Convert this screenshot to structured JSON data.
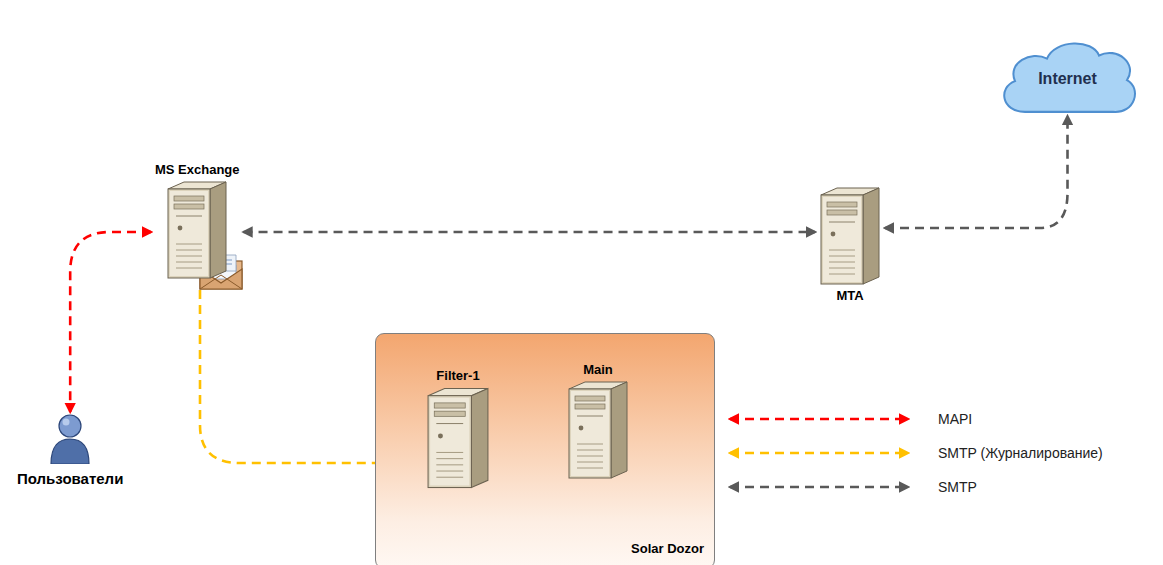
{
  "diagram": {
    "nodes": [
      {
        "text": [
          "Internet"
        ]
      },
      {
        "text": [
          "MS Exchange"
        ]
      },
      {
        "text": [
          "MTA"
        ]
      },
      {
        "text": [
          "Пользователи"
        ]
      },
      {
        "text": [
          "Solar Dozor"
        ]
      },
      {
        "text": [
          "Filter-1"
        ],
        "in": 4
      },
      {
        "text": [
          "Main"
        ],
        "in": 4
      }
    ],
    "edges": [
      {
        "from": 1,
        "to": 2,
        "arrow": "both"
      },
      {
        "from": 2,
        "to": 0,
        "arrow": "both"
      },
      {
        "from": 1,
        "to": 3,
        "arrow": "both"
      },
      {
        "from": 1,
        "to": 5,
        "arrow": "to"
      }
    ],
    "legend": [
      {
        "text": "MAPI"
      },
      {
        "text": "SMTP (Журналирование)"
      },
      {
        "text": "SMTP"
      }
    ]
  }
}
